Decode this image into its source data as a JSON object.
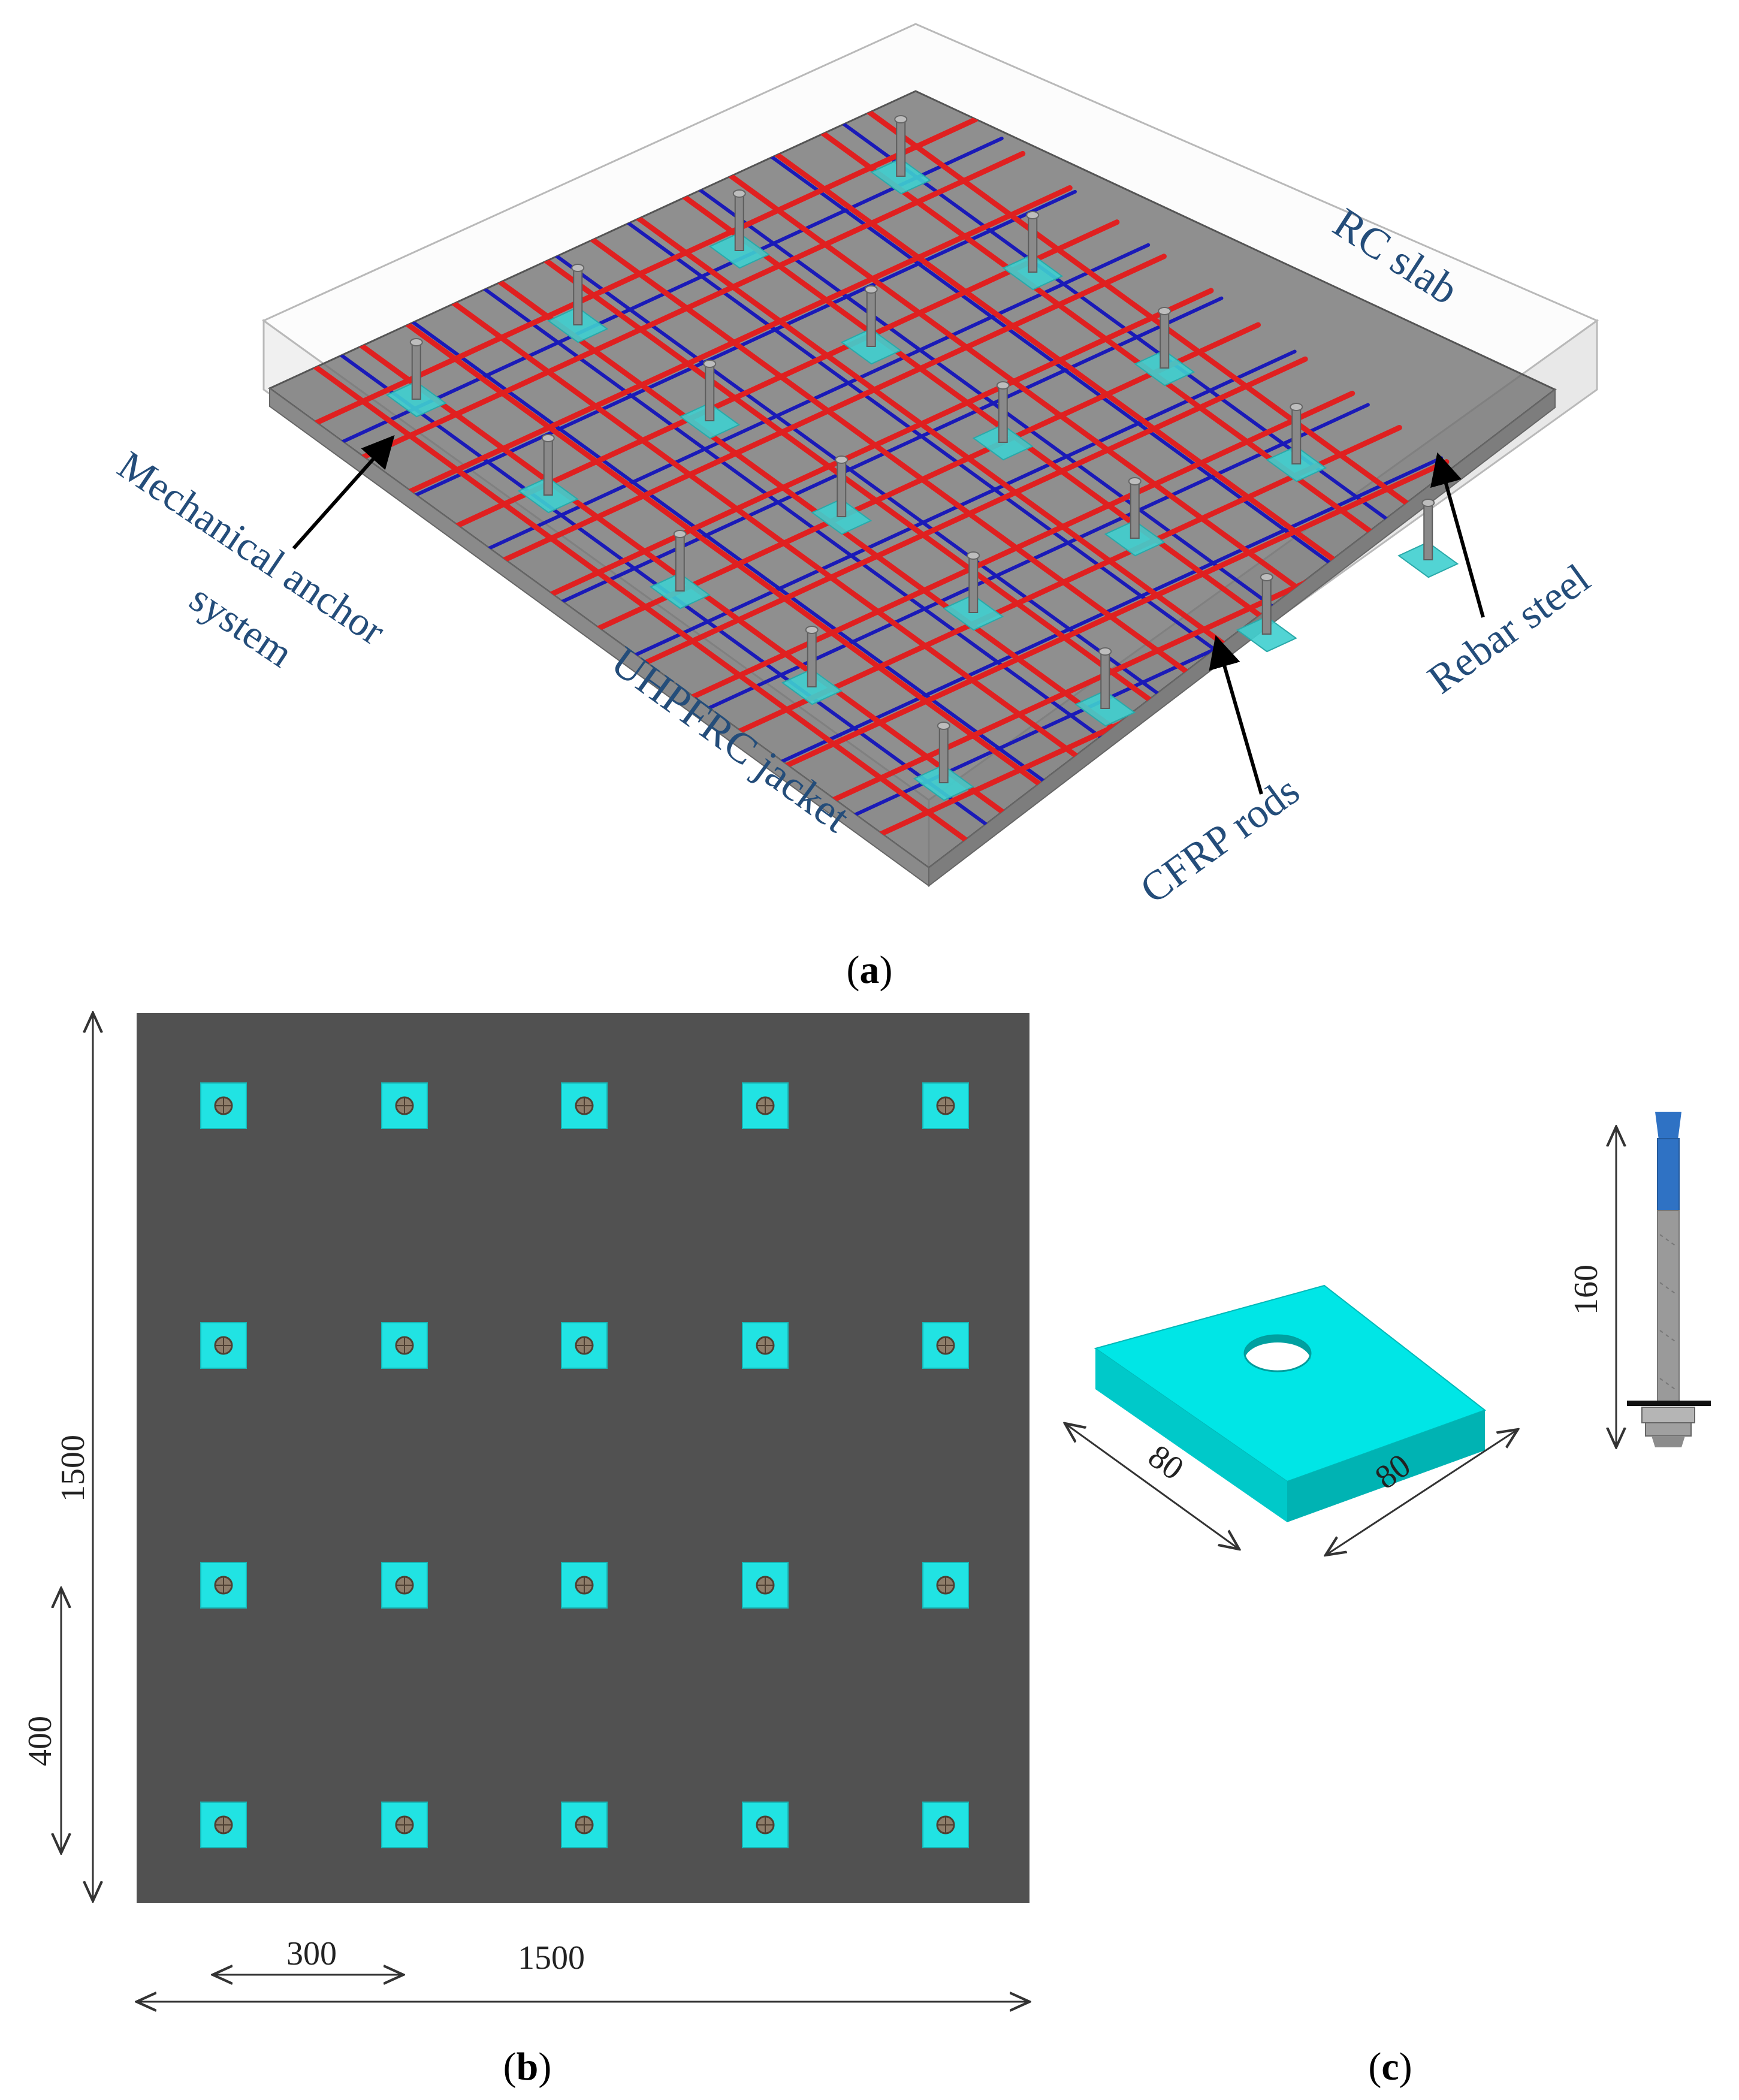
{
  "panel_a": {
    "caption_letter": "a",
    "labels": {
      "rc_slab": "RC slab",
      "mechanical_line1": "Mechanical anchor",
      "mechanical_line2": "system",
      "uhpfrc": "UHPFRC jacket",
      "cfrp": "CFRP rods",
      "rebar": "Rebar steel"
    },
    "colors": {
      "rebar_steel": "#e02020",
      "cfrp_rods": "#1a1ab8",
      "jacket": "#6f6f6f",
      "anchor_plate": "#3fcfcf"
    }
  },
  "panel_b": {
    "caption_letter": "b",
    "plan_rows": 4,
    "plan_cols": 5,
    "dims": {
      "height": "1500",
      "spacing_y": "400",
      "spacing_x": "300",
      "width": "1500"
    },
    "colors": {
      "slab": "#515151",
      "plate": "#21e3e3"
    }
  },
  "panel_c": {
    "caption_letter": "c",
    "plate_dims": {
      "a": "80",
      "b": "80"
    },
    "anchor_length": "160",
    "colors": {
      "plate": "#00e6e6",
      "anchor_tip": "#2f72c4",
      "anchor_body": "#9a9a9a"
    }
  }
}
